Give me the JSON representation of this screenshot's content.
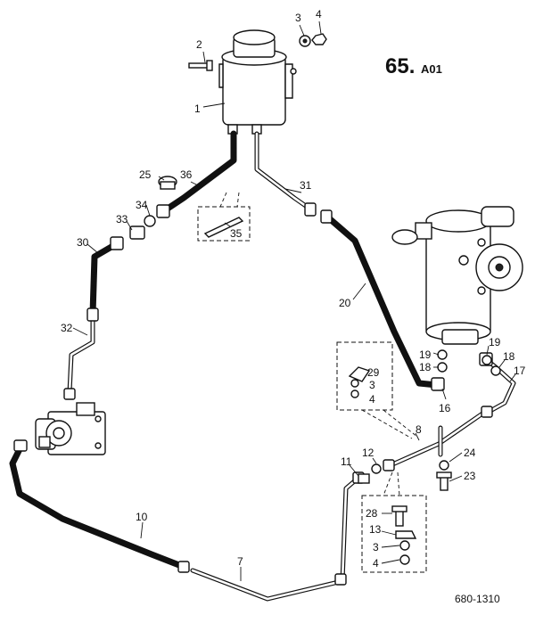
{
  "title": {
    "number": "65.",
    "suffix": "A01"
  },
  "drawing_number": "680-1310",
  "callouts": {
    "c1": "1",
    "c2": "2",
    "c3a": "3",
    "c4a": "4",
    "c25": "25",
    "c36": "36",
    "c31": "31",
    "c34": "34",
    "c33": "33",
    "c35": "35",
    "c30": "30",
    "c20": "20",
    "c32": "32",
    "c19a": "19",
    "c29": "29",
    "c19b": "19",
    "c18a": "18",
    "c18b": "18",
    "c17": "17",
    "c3b": "3",
    "c4b": "4",
    "c16": "16",
    "c8": "8",
    "c12": "12",
    "c24": "24",
    "c11": "11",
    "c23": "23",
    "c28": "28",
    "c13": "13",
    "c10": "10",
    "c3c": "3",
    "c4c": "4",
    "c7": "7"
  }
}
